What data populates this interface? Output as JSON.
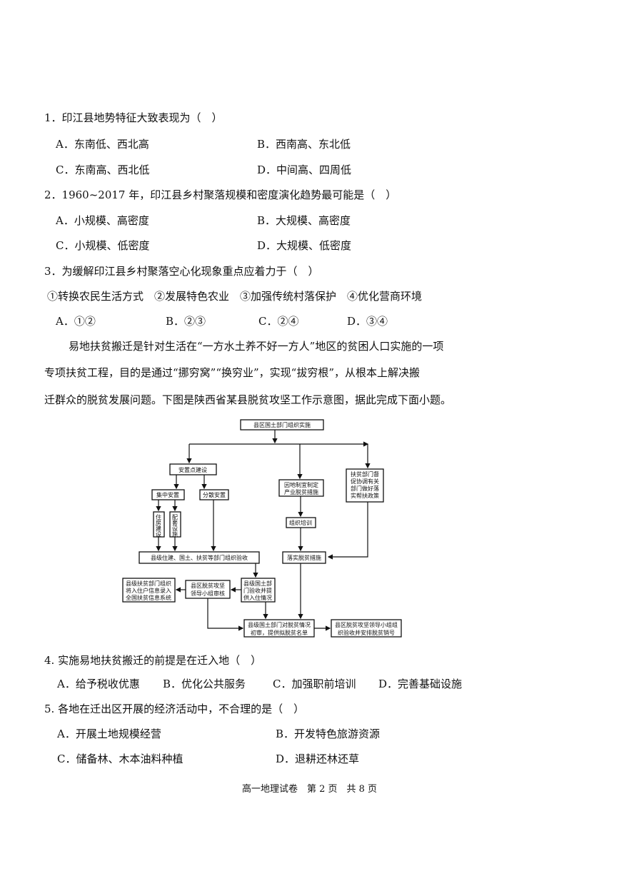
{
  "questions": [
    {
      "stem": "1．印江县地势特征大致表现为（　）",
      "options": [
        "A．东南低、西北高",
        "B．西南高、东北低",
        "C．东南高、西北低",
        "D．中间高、四周低"
      ]
    },
    {
      "stem": "2．1960~2017 年，印江县乡村聚落规模和密度演化趋势最可能是（　）",
      "options": [
        "A．小规模、高密度",
        "B．大规模、高密度",
        "C．小规模、低密度",
        "D．大规模、低密度"
      ]
    },
    {
      "stem": "3．为缓解印江县乡村聚落空心化现象重点应着力于（　）",
      "statements": "①转换农民生活方式　②发展特色农业　③加强传统村落保护　④优化营商环境",
      "options": [
        "A．①②",
        "B．②③",
        "C．②④",
        "D．③④"
      ]
    },
    {
      "stem": "4. 实施易地扶贫搬迁的前提是在迁入地（　）",
      "options": [
        "A．给予税收优惠",
        "B．优化公共服务",
        "C．加强职前培训",
        "D．完善基础设施"
      ]
    },
    {
      "stem": "5. 各地在迁出区开展的经济活动中，不合理的是（　）",
      "options": [
        "A．开展土地规模经营",
        "B．开发特色旅游资源",
        "C．储备林、木本油料种植",
        "D．退耕还林还草"
      ]
    }
  ],
  "passage": [
    "易地扶贫搬迁是针对生活在“一方水土养不好一方人”地区的贫困人口实施的一项",
    "专项扶贫工程，目的是通过“挪穷窝”“换穷业”，实现“拔穷根”，从根本上解决搬",
    "迁群众的脱贫发展问题。下图是陕西省某县脱贫攻坚工作示意图，据此完成下面小题。"
  ],
  "diagram": {
    "top": "县区国土部门组织实施",
    "site": "安置点建设",
    "central": "集中安置",
    "scattered": "分散安置",
    "housing": [
      "住",
      "房",
      "建",
      "设"
    ],
    "facilities": [
      "配",
      "套",
      "设",
      "施"
    ],
    "industry": [
      "因地制宜制定",
      "产业脱贫措施"
    ],
    "training": "组织培训",
    "poverty_dept": [
      "扶贫部门督",
      "促协调有关",
      "部门做好落",
      "实帮扶政策"
    ],
    "acceptance": "县级住建、国土、扶贫等部门组织验收",
    "implement": "落实脱贫措施",
    "land_check": [
      "县级国土部",
      "门验收并提",
      "供入住情况"
    ],
    "review": [
      "县区脱贫攻坚",
      "领导小组审核"
    ],
    "record": [
      "县级扶贫部门组织",
      "将入住户信息录入",
      "全国扶贫信息系统"
    ],
    "prelim": [
      "县级国土部门对脱贫情况",
      "初审，提供拟脱贫名单"
    ],
    "final": [
      "县区脱贫攻坚领导小组组",
      "织验收并安排脱贫销号"
    ]
  },
  "footer": "高一地理试卷　第 2 页　共 8 页"
}
